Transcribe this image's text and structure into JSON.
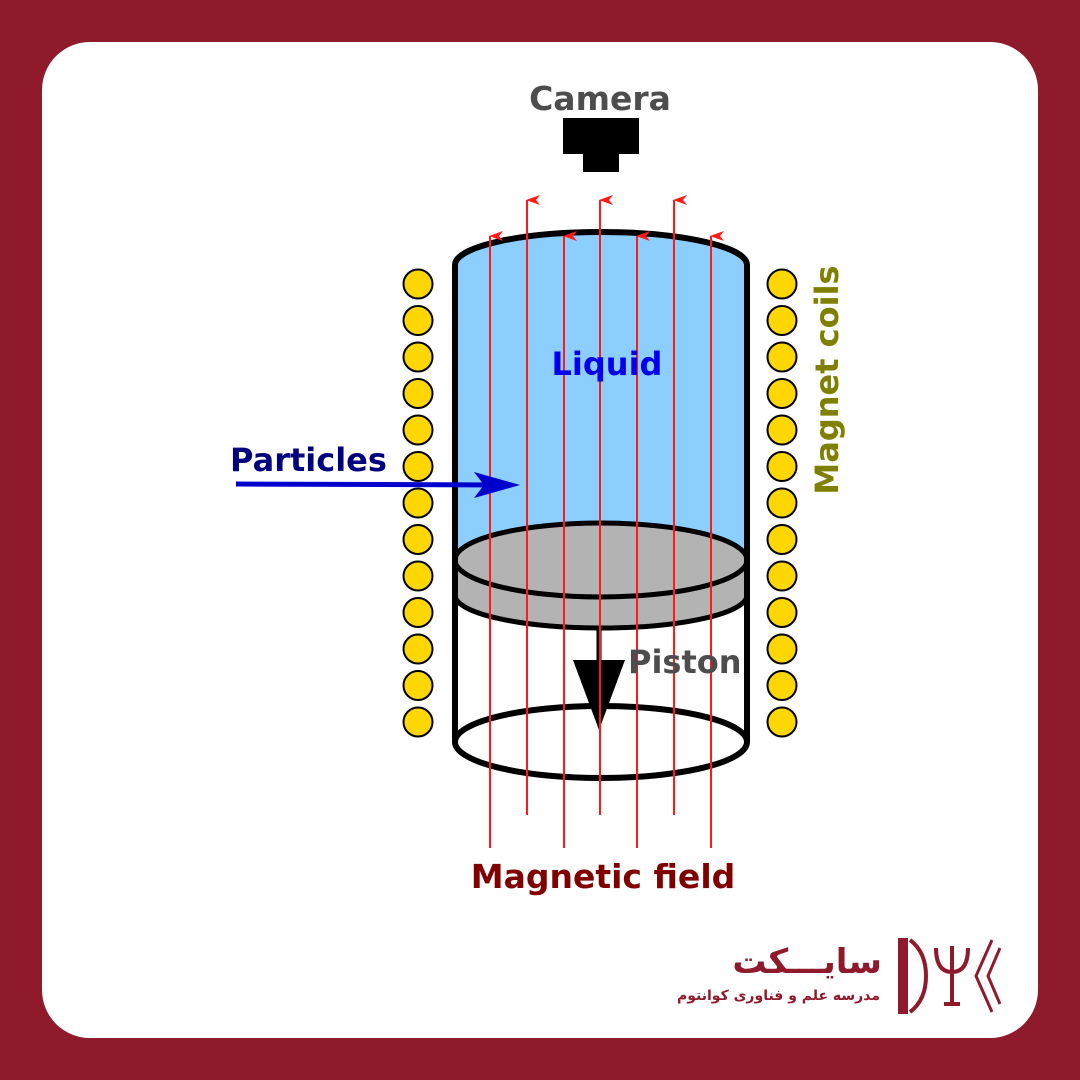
{
  "diagram": {
    "labels": {
      "camera": "Camera",
      "liquid": "Liquid",
      "particles": "Particles",
      "magnet_coils": "Magnet coils",
      "piston": "Piston",
      "magnetic_field": "Magnetic field"
    },
    "colors": {
      "frame": "#8f1a2c",
      "card": "#ffffff",
      "liquid_fill": "#8ccfff",
      "piston_fill": "#b3b3b3",
      "coil_fill": "#ffd700",
      "field_line": "#ff1a1a",
      "particles_arrow": "#0000cc",
      "camera_label": "#4d4d4d",
      "liquid_label": "#0000ee",
      "particles_label": "#000080",
      "coils_label": "#808000",
      "piston_label": "#4d4d4d",
      "field_label": "#800000",
      "brand": "#8f1a2c"
    }
  },
  "brand": {
    "name": "سایـــکت",
    "tagline": "مدرسه علم و فناوری کوانتوم",
    "logo_icon": "psi-book-logo"
  }
}
